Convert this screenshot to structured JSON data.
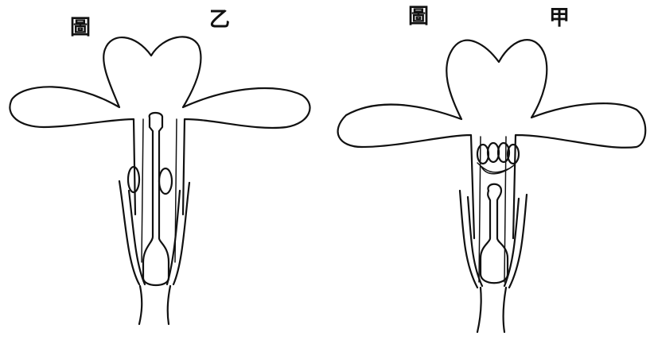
{
  "figures": [
    {
      "id": "left",
      "char_top": "乙",
      "char_side": "圖"
    },
    {
      "id": "right",
      "char_top": "甲",
      "char_side": "圖"
    }
  ]
}
